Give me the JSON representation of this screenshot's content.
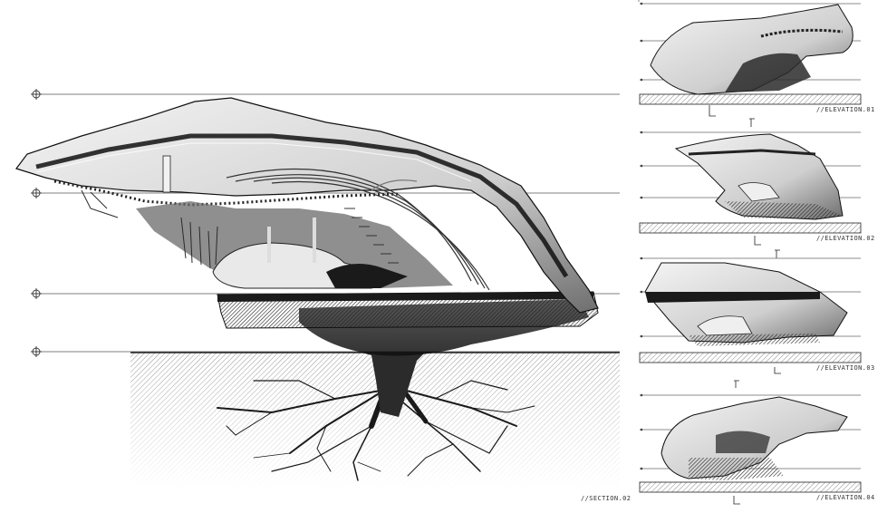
{
  "section": {
    "caption": "//SECTION.02"
  },
  "elevations": [
    {
      "id": "01",
      "caption": "//ELEVATION.01"
    },
    {
      "id": "02",
      "caption": "//ELEVATION.02"
    },
    {
      "id": "03",
      "caption": "//ELEVATION.03"
    },
    {
      "id": "04",
      "caption": "//ELEVATION.04"
    }
  ],
  "colors": {
    "ink": "#1a1a1a",
    "line": "#555555",
    "paper": "#ffffff",
    "hatch": "#9a9a9a"
  }
}
